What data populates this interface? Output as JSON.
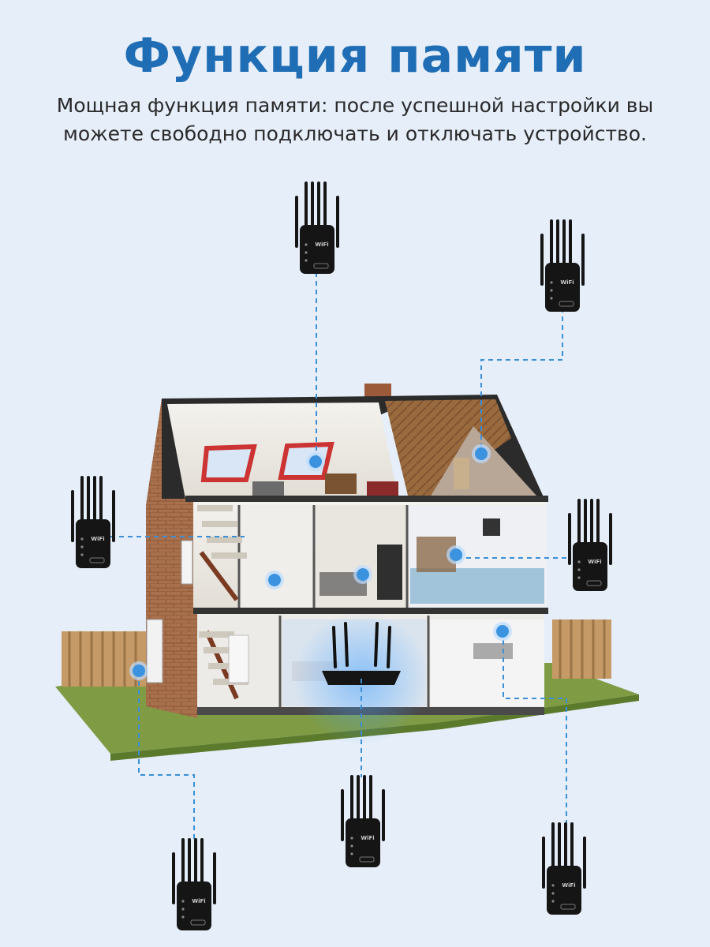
{
  "header": {
    "title": "Функция памяти",
    "subtitle": "Мощная функция памяти: после успешной настройки вы можете свободно подключать и отключать устройство."
  },
  "device": {
    "badge": "WiFi",
    "color": "#141414"
  },
  "colors": {
    "title": "#1f6db5",
    "link_line": "#3a8fd8",
    "node": "#3b93e0",
    "background": "#e6eef9"
  },
  "icons": [
    "wifi-extender-icon",
    "router-icon",
    "signal-node-icon",
    "house-illustration"
  ]
}
